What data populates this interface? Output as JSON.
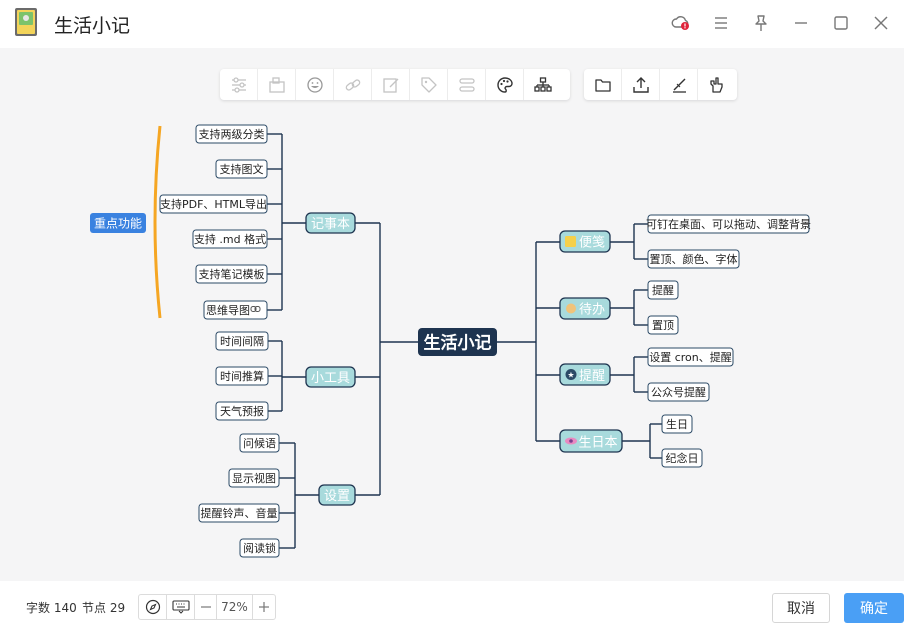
{
  "app": {
    "title": "生活小记"
  },
  "mindmap": {
    "root": "生活小记",
    "summary_label": "重点功能",
    "branches": [
      {
        "label": "记事本",
        "children": [
          "支持两级分类",
          "支持图文",
          "支持PDF、HTML导出",
          "支持 .md 格式",
          "支持笔记模板",
          "思维导图"
        ]
      },
      {
        "label": "小工具",
        "children": [
          "时间间隔",
          "时间推算",
          "天气预报"
        ]
      },
      {
        "label": "设置",
        "children": [
          "问候语",
          "显示视图",
          "提醒铃声、音量",
          "阅读锁"
        ]
      },
      {
        "label": "便笺",
        "icon": "note-icon",
        "children": [
          "可钉在桌面、可以拖动、调整背景",
          "置顶、颜色、字体"
        ]
      },
      {
        "label": "待办",
        "icon": "owl-icon",
        "children": [
          "提醒",
          "置顶"
        ]
      },
      {
        "label": "提醒",
        "icon": "star-badge-icon",
        "children": [
          "设置 cron、提醒",
          "公众号提醒"
        ]
      },
      {
        "label": "生日本",
        "icon": "eye-icon",
        "children": [
          "生日",
          "纪念日"
        ]
      }
    ]
  },
  "footer": {
    "word_count": "字数 140",
    "node_count": "节点 29",
    "zoom": "72%",
    "cancel_label": "取消",
    "ok_label": "确定"
  },
  "colors": {
    "root_bg": "#1e3450",
    "branch_bg": "#a8dadc",
    "line": "#1e3450",
    "summary_bg": "#3a82e0",
    "brace": "#f5a623",
    "primary": "#4a9ff5"
  }
}
